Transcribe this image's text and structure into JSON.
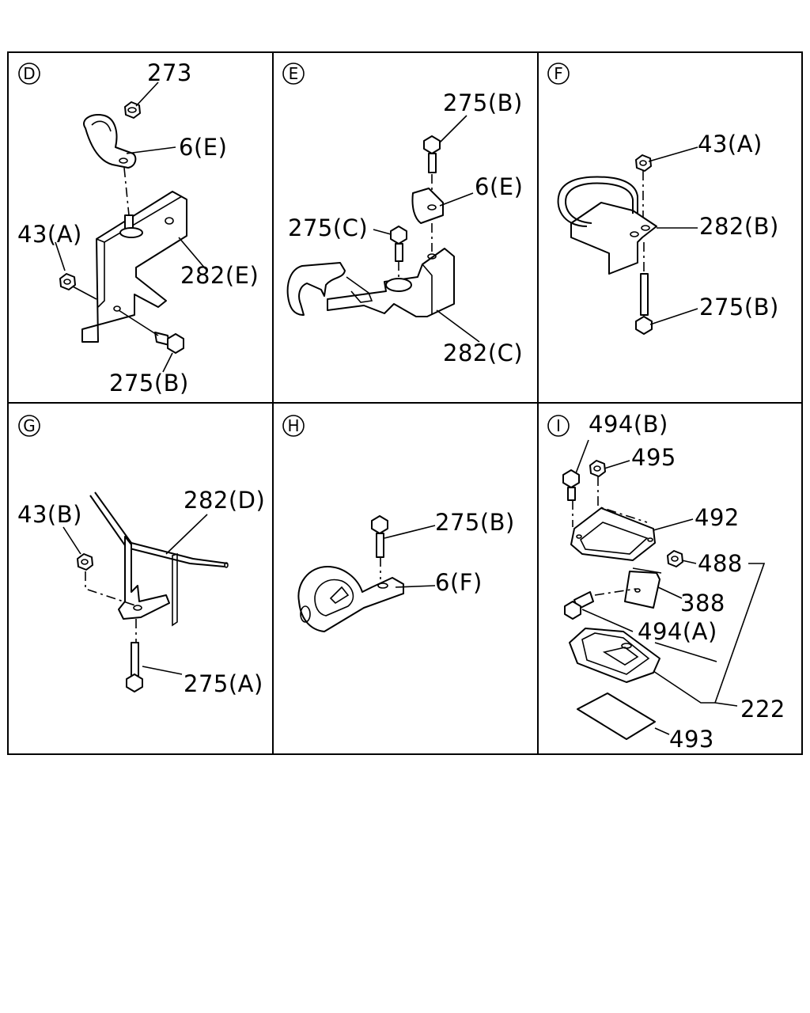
{
  "panels": [
    {
      "id": "D",
      "labels": {
        "nut": "273",
        "clip": "6(E)",
        "bracket": "282(E)",
        "side_nut": "43(A)",
        "bolt": "275(B)"
      }
    },
    {
      "id": "E",
      "labels": {
        "bolt_top": "275(B)",
        "clip": "6(E)",
        "bolt_left": "275(C)",
        "bracket": "282(C)"
      }
    },
    {
      "id": "F",
      "labels": {
        "nut": "43(A)",
        "bracket": "282(B)",
        "bolt": "275(B)"
      }
    },
    {
      "id": "G",
      "labels": {
        "bracket": "282(D)",
        "nut": "43(B)",
        "bolt": "275(A)"
      }
    },
    {
      "id": "H",
      "labels": {
        "bolt": "275(B)",
        "clip": "6(F)"
      }
    },
    {
      "id": "I",
      "labels": {
        "bolt_b": "494(B)",
        "nut_495": "495",
        "cover": "492",
        "nut_488": "488",
        "plate": "388",
        "bolt_a": "494(A)",
        "assembly": "222",
        "pad": "493"
      }
    }
  ]
}
